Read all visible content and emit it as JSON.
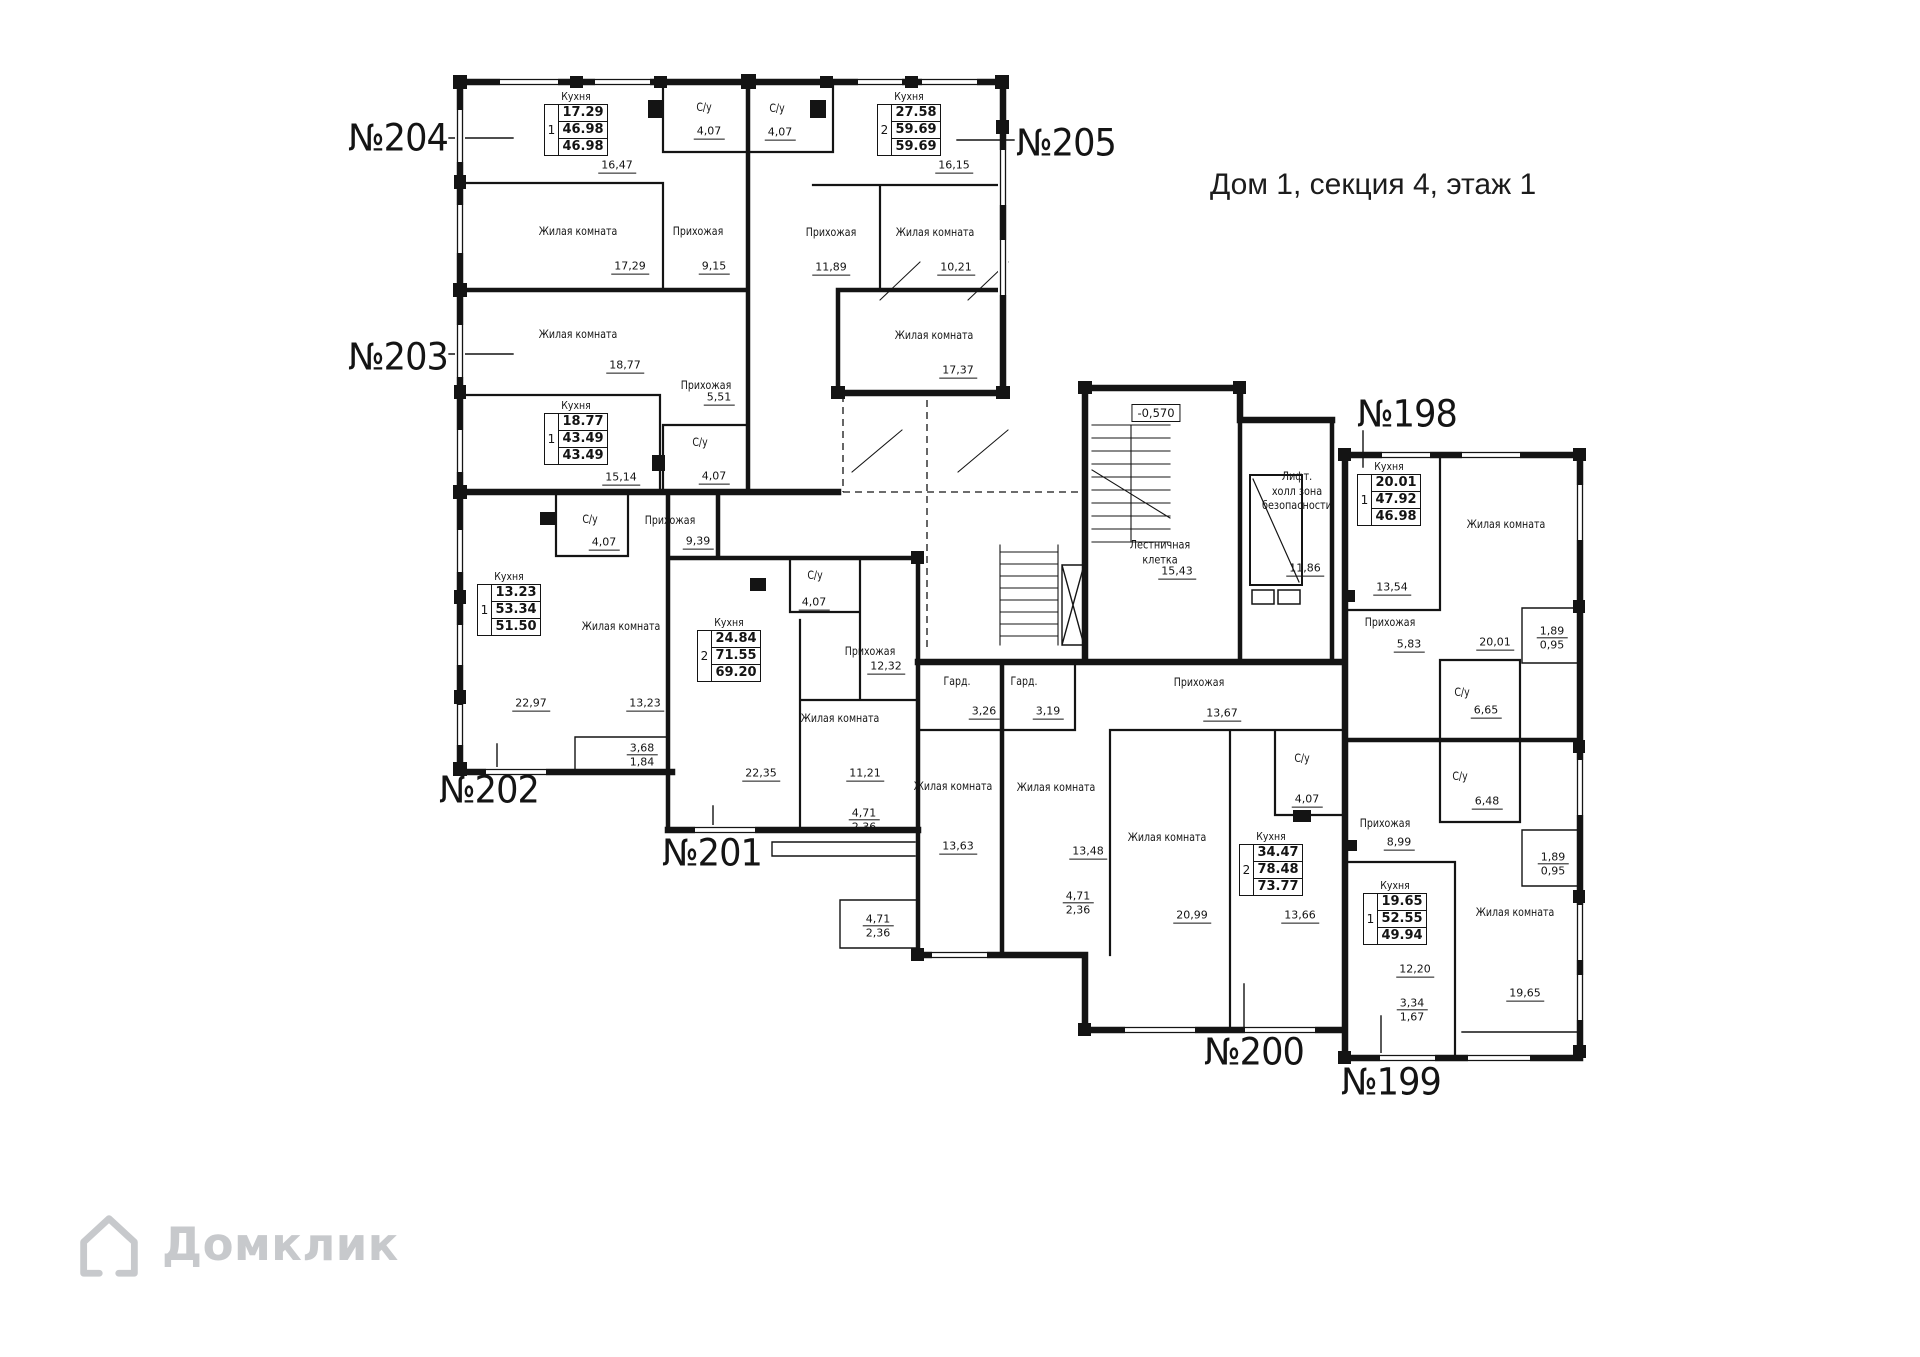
{
  "title": "Дом 1, секция 4, этаж 1",
  "watermark": {
    "brand": "Домклик"
  },
  "elevation_mark": "-0,570",
  "common": {
    "stairwell": {
      "name_line1": "Лестничная",
      "name_line2": "клетка",
      "area": "15,43"
    },
    "lift_hall": {
      "name_line1": "Лифт.",
      "name_line2": "холл зона",
      "name_line3": "безопасности",
      "area": "11,86"
    }
  },
  "apartments": [
    {
      "number": "№204",
      "stamp": {
        "header": "Кухня",
        "rooms_count": "1",
        "kitchen_area": "17.29",
        "total_area": "46.98",
        "reduced_area": "46.98"
      },
      "rooms": [
        {
          "name": "Жилая комната",
          "area": "17,29"
        },
        {
          "name": "Прихожая",
          "area": "9,15"
        },
        {
          "name": "С/у",
          "area": "4,07"
        }
      ],
      "dims": [
        "16,47"
      ]
    },
    {
      "number": "№205",
      "stamp": {
        "header": "Кухня",
        "rooms_count": "2",
        "kitchen_area": "27.58",
        "total_area": "59.69",
        "reduced_area": "59.69"
      },
      "rooms": [
        {
          "name": "С/у",
          "area": "4,07"
        },
        {
          "name": "Прихожая",
          "area": "11,89"
        },
        {
          "name": "Жилая комната",
          "area": "10,21"
        },
        {
          "name": "Жилая комната",
          "area": "17,37"
        }
      ],
      "dims": [
        "16,15"
      ]
    },
    {
      "number": "№203",
      "stamp": {
        "header": "Кухня",
        "rooms_count": "1",
        "kitchen_area": "18.77",
        "total_area": "43.49",
        "reduced_area": "43.49"
      },
      "rooms": [
        {
          "name": "Жилая комната",
          "area": "18,77"
        },
        {
          "name": "Прихожая",
          "area": "5,51"
        },
        {
          "name": "С/у",
          "area": "4,07"
        }
      ],
      "dims": [
        "15,14"
      ]
    },
    {
      "number": "№202",
      "stamp": {
        "header": "Кухня",
        "rooms_count": "1",
        "kitchen_area": "13.23",
        "total_area": "53.34",
        "reduced_area": "51.50"
      },
      "rooms": [
        {
          "name": "С/у",
          "area": "4,07"
        },
        {
          "name": "Прихожая",
          "area": "9,39"
        },
        {
          "name": "Жилая комната",
          "area": "13,23"
        }
      ],
      "dims": [
        "22,97",
        "3,68",
        "1,84"
      ]
    },
    {
      "number": "№201",
      "stamp": {
        "header": "Кухня",
        "rooms_count": "2",
        "kitchen_area": "24.84",
        "total_area": "71.55",
        "reduced_area": "69.20"
      },
      "rooms": [
        {
          "name": "С/у",
          "area": "4,07"
        },
        {
          "name": "Прихожая",
          "area": "12,32"
        },
        {
          "name": "Жилая комната",
          "area": "11,21"
        },
        {
          "name": "Жилая комната",
          "area": "13,63"
        },
        {
          "name": "Гард.",
          "area": "3,26"
        }
      ],
      "dims": [
        "22,35",
        "4,71",
        "2,36",
        "4,71",
        "2,36"
      ]
    },
    {
      "number": "№200",
      "stamp": {
        "header": "Кухня",
        "rooms_count": "2",
        "kitchen_area": "34.47",
        "total_area": "78.48",
        "reduced_area": "73.77"
      },
      "rooms": [
        {
          "name": "Гард.",
          "area": "3,19"
        },
        {
          "name": "Прихожая",
          "area": "13,67"
        },
        {
          "name": "С/у",
          "area": "4,07"
        },
        {
          "name": "Жилая комната",
          "area": "13,48"
        },
        {
          "name": "Жилая комната",
          "area": "20,99"
        }
      ],
      "dims": [
        "13,66",
        "4,71",
        "2,36"
      ]
    },
    {
      "number": "№199",
      "stamp": {
        "header": "Кухня",
        "rooms_count": "1",
        "kitchen_area": "19.65",
        "total_area": "52.55",
        "reduced_area": "49.94"
      },
      "rooms": [
        {
          "name": "Прихожая",
          "area": "8,99"
        },
        {
          "name": "С/у",
          "area": "6,48"
        },
        {
          "name": "Жилая комната",
          "area": "19,65"
        }
      ],
      "dims": [
        "12,20",
        "3,34",
        "1,67",
        "1,89",
        "0,95"
      ]
    },
    {
      "number": "№198",
      "stamp": {
        "header": "Кухня",
        "rooms_count": "1",
        "kitchen_area": "20.01",
        "total_area": "47.92",
        "reduced_area": "46.98"
      },
      "rooms": [
        {
          "name": "Прихожая",
          "area": "5,83"
        },
        {
          "name": "С/у",
          "area": "6,65"
        },
        {
          "name": "Жилая комната",
          "area": "20,01"
        }
      ],
      "dims": [
        "13,54",
        "1,89",
        "0,95"
      ]
    }
  ]
}
